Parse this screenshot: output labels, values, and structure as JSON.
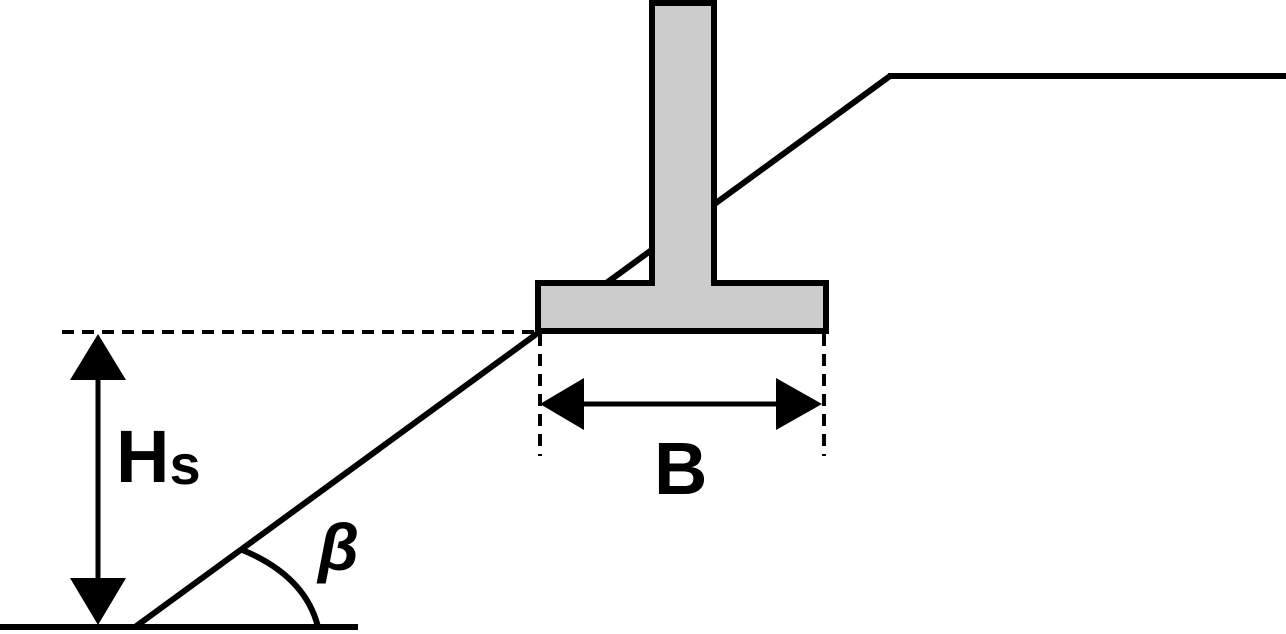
{
  "labels": {
    "slope_height_main": "H",
    "slope_height_sub": "s",
    "footing_width": "B",
    "slope_angle": "β"
  },
  "colors": {
    "stroke": "#000000",
    "footing_fill": "#cccccc",
    "background": "#ffffff"
  }
}
